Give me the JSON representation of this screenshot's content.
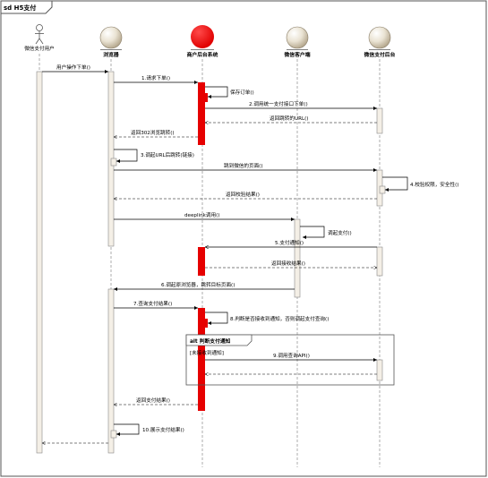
{
  "frame": {
    "title": "sd H5支付"
  },
  "participants": [
    {
      "id": "user",
      "name": "微信支付用户",
      "kind": "actor"
    },
    {
      "id": "browser",
      "name": "浏览器",
      "kind": "entity"
    },
    {
      "id": "merchant",
      "name": "商户后台系统",
      "kind": "entity-highlight"
    },
    {
      "id": "wxclient",
      "name": "微信客户端",
      "kind": "entity"
    },
    {
      "id": "wxpay",
      "name": "微信支付后台",
      "kind": "entity"
    }
  ],
  "messages": [
    {
      "id": "m0",
      "text": "用户操作下单()"
    },
    {
      "id": "m1",
      "text": "1.请求下单()"
    },
    {
      "id": "m1a",
      "text": "保存订单()"
    },
    {
      "id": "m2",
      "text": "2.调用统一支付接口下单()"
    },
    {
      "id": "m2r",
      "text": "返回跳转的URL()"
    },
    {
      "id": "m2b",
      "text": "返回302浏览跳转()"
    },
    {
      "id": "m3",
      "text": "3.调起URL后跳转(链接)"
    },
    {
      "id": "m3a",
      "text": "跳到微信的页面()"
    },
    {
      "id": "m4",
      "text": "4.校验权限，安全性()"
    },
    {
      "id": "m4r",
      "text": "返回校验结果()"
    },
    {
      "id": "m5a",
      "text": "deeplink调用()"
    },
    {
      "id": "m5b",
      "text": "调起支付()"
    },
    {
      "id": "m5",
      "text": "5.支付通知()"
    },
    {
      "id": "m5r",
      "text": "返回接收结果()"
    },
    {
      "id": "m6",
      "text": "6.调起原浏览器，跳转目标页面()"
    },
    {
      "id": "m7",
      "text": "7.查询支付结果()"
    },
    {
      "id": "m8",
      "text": "8.判断是否接收到通知，否则调起支付查询()"
    },
    {
      "id": "m9",
      "text": "9.调用查询API()"
    },
    {
      "id": "m9r",
      "text": ""
    },
    {
      "id": "m9b",
      "text": "返回支付结果()"
    },
    {
      "id": "m10",
      "text": "10.展示支付结果()"
    },
    {
      "id": "mend",
      "text": ""
    }
  ],
  "fragment": {
    "title": "alt 判断支付通知",
    "guard": "[未接收到通知]"
  }
}
